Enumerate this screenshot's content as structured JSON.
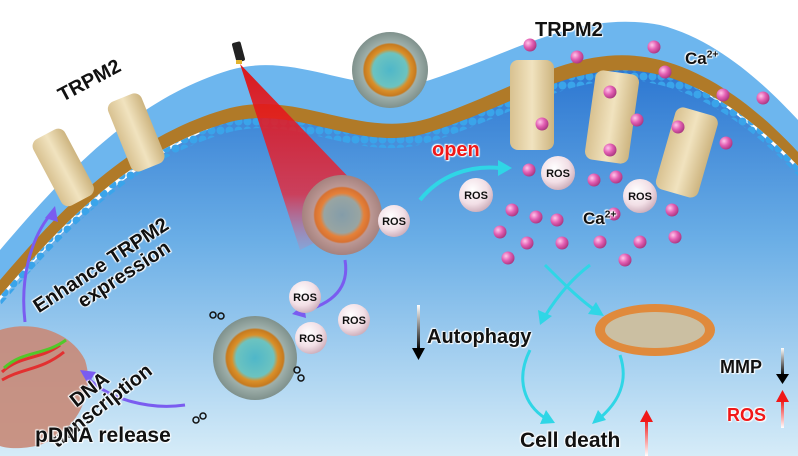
{
  "figure": {
    "description": "Schematic of light-triggered nanoparticle delivering pDNA to enhance TRPM2 expression, ROS-gated Ca2+ influx, and cell death",
    "colors": {
      "cytoplasm_top": "#2f7fd6",
      "cytoplasm_bottom": "#cfe8f6",
      "lipid_head": "#3aa4ea",
      "lipid_tail": "#c98a2a",
      "channel": "#e6d3a6",
      "calcium_ion": "#e45db1",
      "laser_beam": "#e8141a",
      "arrow_cyan": "#2fd6e6",
      "arrow_purple": "#7a5cf0",
      "up_arrow_red": "#f01818",
      "nucleus": "#c98a7a",
      "mitochondrion": "#e08a3c"
    }
  },
  "labels": {
    "trpm2_left": "TRPM2",
    "trpm2_right": "TRPM2",
    "ca_outside": "Ca",
    "ca_outside_charge": "2+",
    "ca_inside": "Ca",
    "ca_inside_charge": "2+",
    "open": "open",
    "enhance_line1": "Enhance TRPM2",
    "enhance_line2": "expression",
    "dna_line1": "DNA",
    "dna_line2": "transcription",
    "pdna_release": "pDNA release",
    "autophagy": "Autophagy",
    "cell_death": "Cell death",
    "mmp": "MMP",
    "ros_up": "ROS"
  },
  "ros_bubbles": [
    "ROS",
    "ROS",
    "ROS",
    "ROS",
    "ROS",
    "ROS",
    "ROS"
  ],
  "indicators": {
    "autophagy": "down",
    "cell_death": "up",
    "mmp": "down",
    "ros": "up"
  }
}
